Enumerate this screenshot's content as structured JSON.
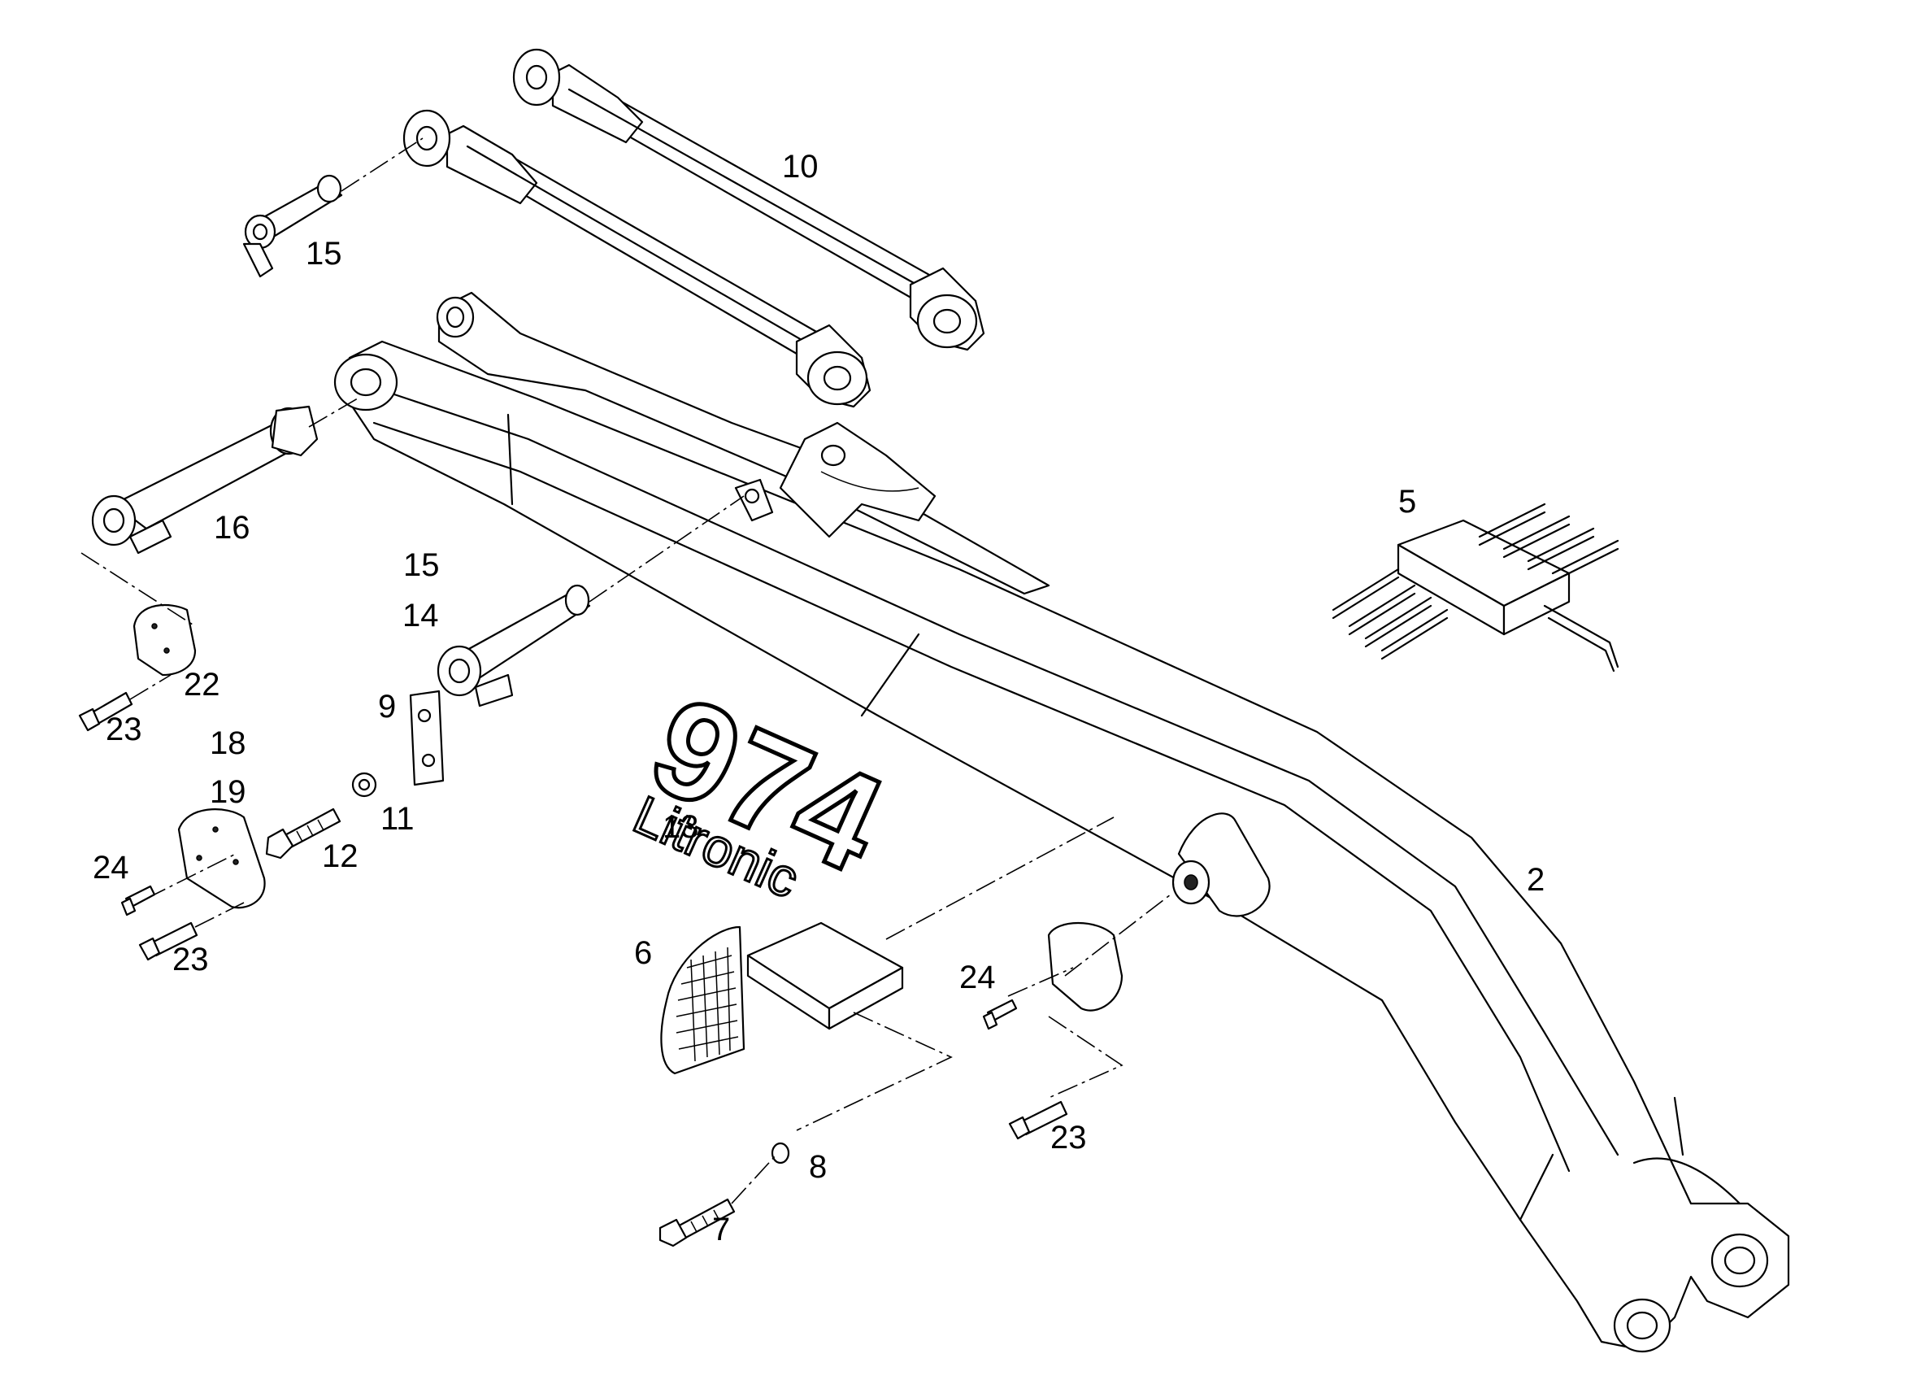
{
  "decal": {
    "model_number": "974",
    "brand": "Litronic"
  },
  "callouts": {
    "c2": "2",
    "c5": "5",
    "c6": "6",
    "c7": "7",
    "c8": "8",
    "c9": "9",
    "c10": "10",
    "c11": "11",
    "c12": "12",
    "c13": "13",
    "c14": "14",
    "c15a": "15",
    "c15b": "15",
    "c16": "16",
    "c18": "18",
    "c19": "19",
    "c22": "22",
    "c23a": "23",
    "c23b": "23",
    "c23c": "23",
    "c24a": "24",
    "c24b": "24"
  }
}
